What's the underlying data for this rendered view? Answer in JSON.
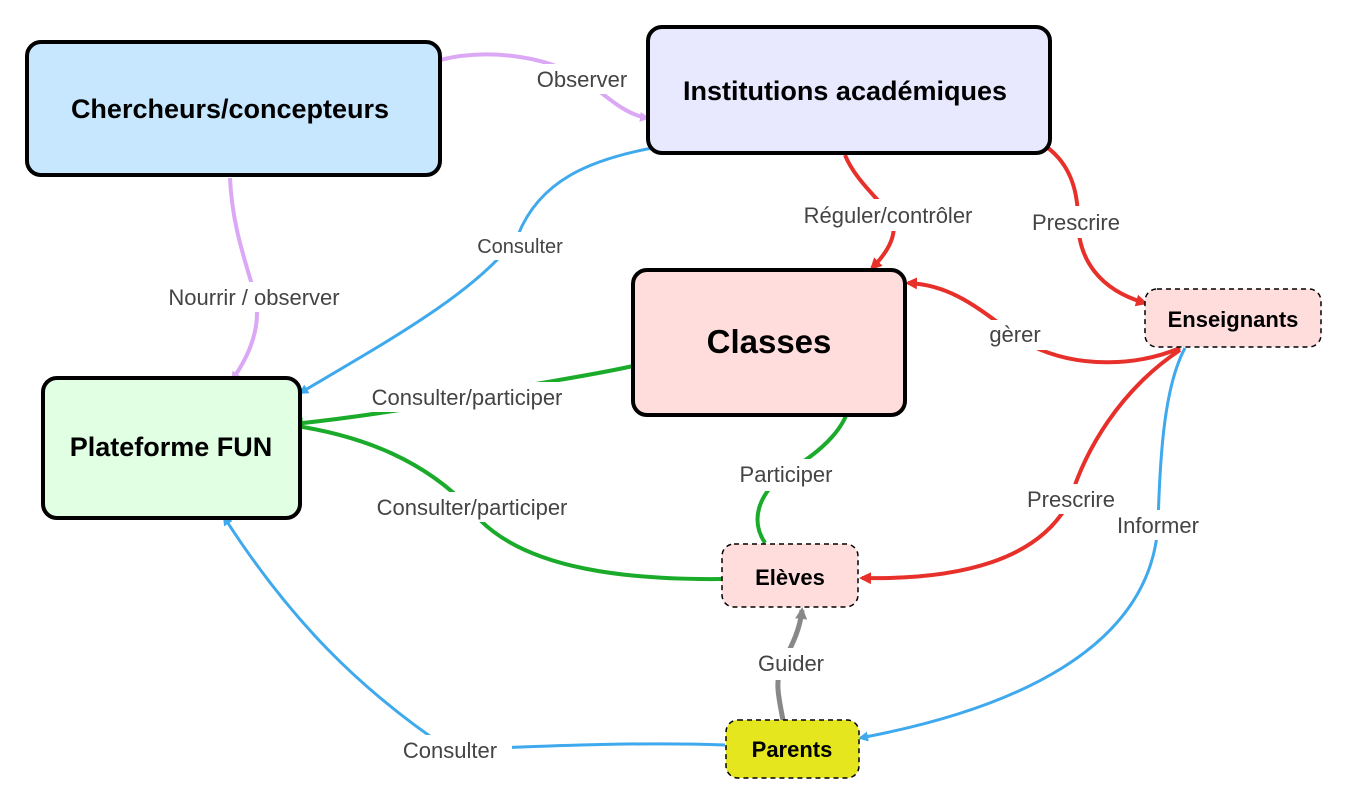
{
  "nodes": {
    "chercheurs": {
      "label": "Chercheurs/concepteurs",
      "fill": "#c7e7ff",
      "border": "solid"
    },
    "institutions": {
      "label": "Institutions académiques",
      "fill": "#e8e8ff",
      "border": "solid"
    },
    "classes": {
      "label": "Classes",
      "fill": "#ffdddd",
      "border": "solid"
    },
    "plateforme": {
      "label": "Plateforme FUN",
      "fill": "#e0ffe3",
      "border": "solid"
    },
    "enseignants": {
      "label": "Enseignants",
      "fill": "#ffdddd",
      "border": "dashed"
    },
    "eleves": {
      "label": "Elèves",
      "fill": "#ffdddd",
      "border": "dashed"
    },
    "parents": {
      "label": "Parents",
      "fill": "#e6e61e",
      "border": "dashed"
    }
  },
  "edges": [
    {
      "id": "observer",
      "from": "chercheurs",
      "to": "institutions",
      "label": "Observer",
      "color": "#dba8f5"
    },
    {
      "id": "nourrir",
      "from": "chercheurs",
      "to": "plateforme",
      "label": "Nourrir / observer",
      "color": "#dba8f5"
    },
    {
      "id": "consulter-inst",
      "from": "institutions",
      "to": "plateforme",
      "label": "Consulter",
      "color": "#3fa9ee"
    },
    {
      "id": "reguler",
      "from": "institutions",
      "to": "classes",
      "label": "Réguler/contrôler",
      "color": "#e8302a"
    },
    {
      "id": "prescrire-ens",
      "from": "institutions",
      "to": "enseignants",
      "label": "Prescrire",
      "color": "#e8302a"
    },
    {
      "id": "gerer",
      "from": "enseignants",
      "to": "classes",
      "label": "gèrer",
      "color": "#e8302a"
    },
    {
      "id": "consulter-classes",
      "from": "classes",
      "to": "plateforme",
      "label": "Consulter/participer",
      "color": "#1aab2a"
    },
    {
      "id": "consulter-eleves",
      "from": "eleves",
      "to": "plateforme",
      "label": "Consulter/participer",
      "color": "#1aab2a"
    },
    {
      "id": "participer",
      "from": "eleves",
      "to": "classes",
      "label": "Participer",
      "color": "#1aab2a"
    },
    {
      "id": "prescrire-eleves",
      "from": "enseignants",
      "to": "eleves",
      "label": "Prescrire",
      "color": "#e8302a"
    },
    {
      "id": "informer",
      "from": "enseignants",
      "to": "parents",
      "label": "Informer",
      "color": "#3fa9ee"
    },
    {
      "id": "guider",
      "from": "parents",
      "to": "eleves",
      "label": "Guider",
      "color": "#888888"
    },
    {
      "id": "consulter-parents",
      "from": "parents",
      "to": "plateforme",
      "label": "Consulter",
      "color": "#3fa9ee"
    }
  ]
}
